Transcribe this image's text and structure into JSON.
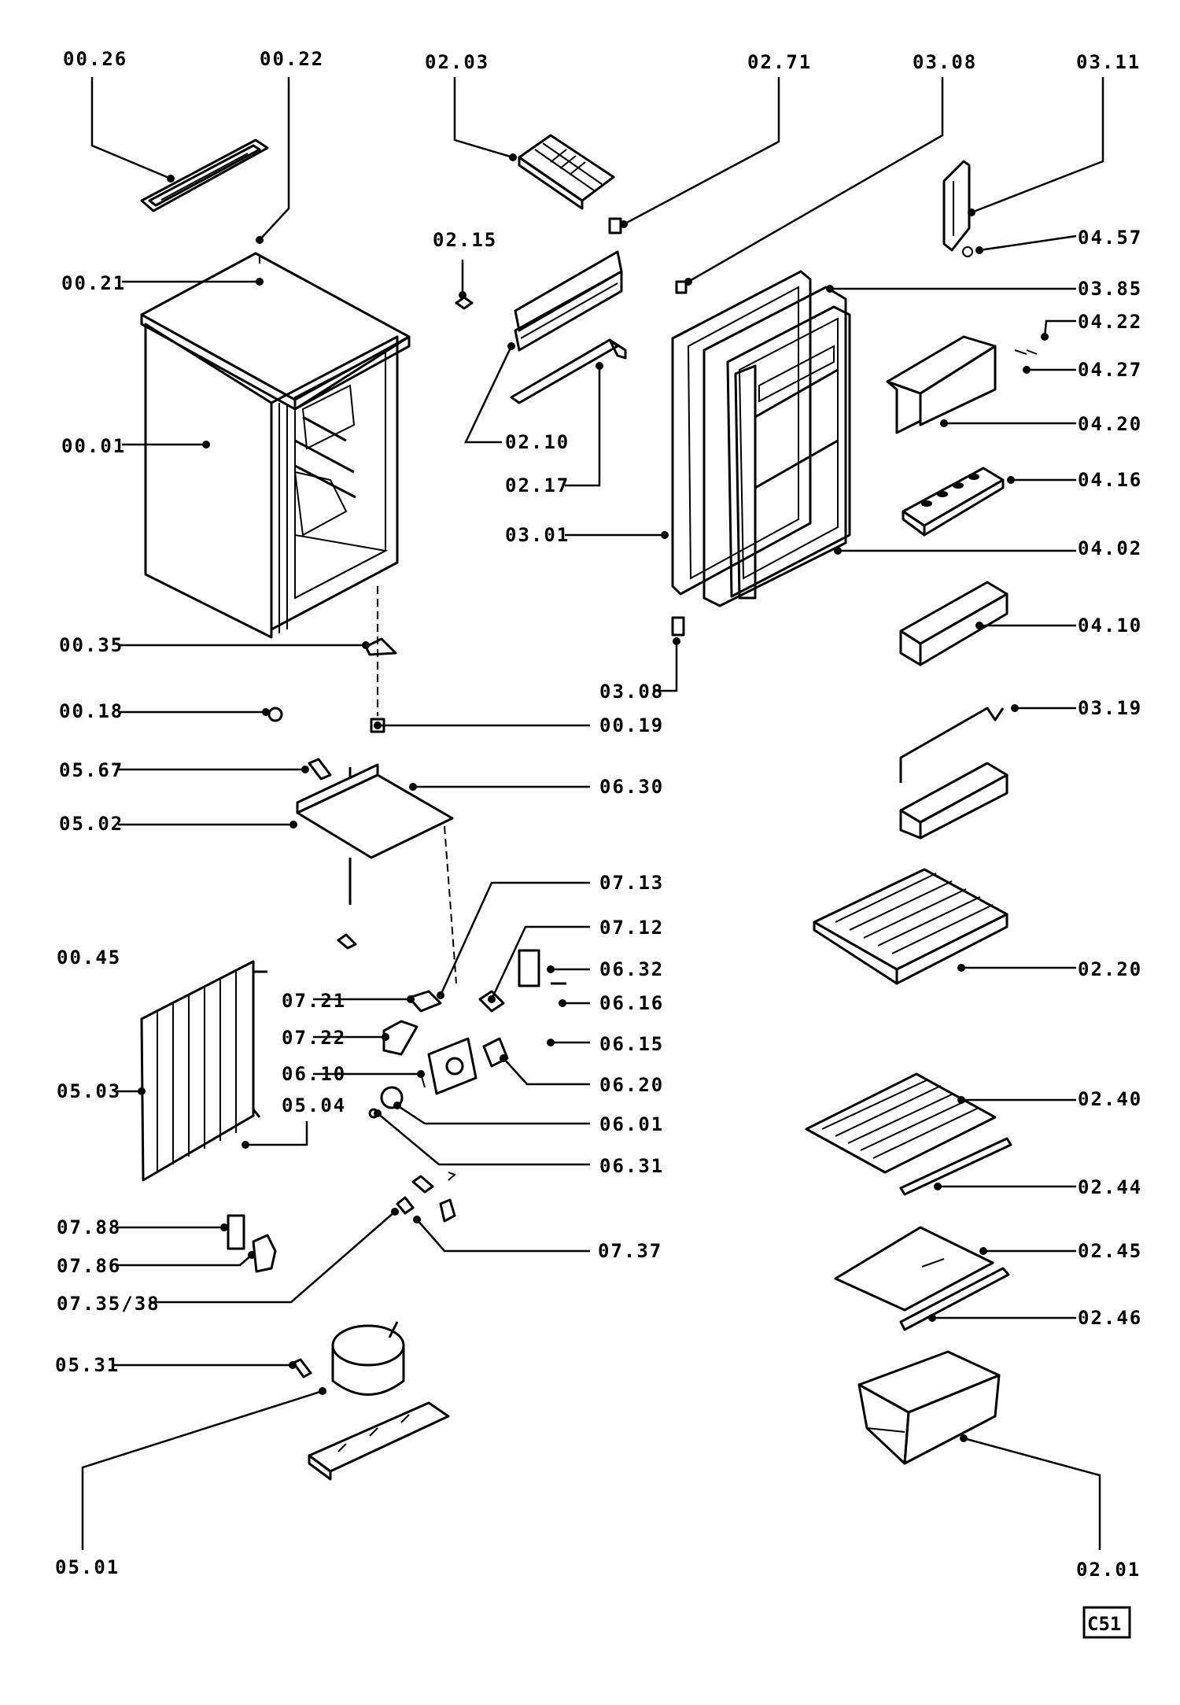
{
  "labels": {
    "l_0026": "00.26",
    "l_0022": "00.22",
    "l_0203": "02.03",
    "l_0271": "02.71",
    "l_0308a": "03.08",
    "l_0311": "03.11",
    "l_0457": "04.57",
    "l_0215": "02.15",
    "l_0021": "00.21",
    "l_0385": "03.85",
    "l_0422": "04.22",
    "l_0427": "04.27",
    "l_0420": "04.20",
    "l_0001": "00.01",
    "l_0210": "02.10",
    "l_0217": "02.17",
    "l_0416": "04.16",
    "l_0301": "03.01",
    "l_0402": "04.02",
    "l_0410": "04.10",
    "l_0035": "00.35",
    "l_0308b": "03.08",
    "l_0018": "00.18",
    "l_0019": "00.19",
    "l_0319": "03.19",
    "l_0567": "05.67",
    "l_0630": "06.30",
    "l_0502": "05.02",
    "l_0713": "07.13",
    "l_0712": "07.12",
    "l_0045": "00.45",
    "l_0632": "06.32",
    "l_0220": "02.20",
    "l_0721": "07.21",
    "l_0616": "06.16",
    "l_0722": "07.22",
    "l_0615": "06.15",
    "l_0610": "06.10",
    "l_0620": "06.20",
    "l_0503": "05.03",
    "l_0504": "05.04",
    "l_0240": "02.40",
    "l_0601": "06.01",
    "l_0631": "06.31",
    "l_0244": "02.44",
    "l_0788": "07.88",
    "l_0245": "02.45",
    "l_0737": "07.37",
    "l_0786": "07.86",
    "l_073538": "07.35/38",
    "l_0246": "02.46",
    "l_0531": "05.31",
    "l_0501": "05.01",
    "l_0201": "02.01"
  },
  "badge": "C51"
}
